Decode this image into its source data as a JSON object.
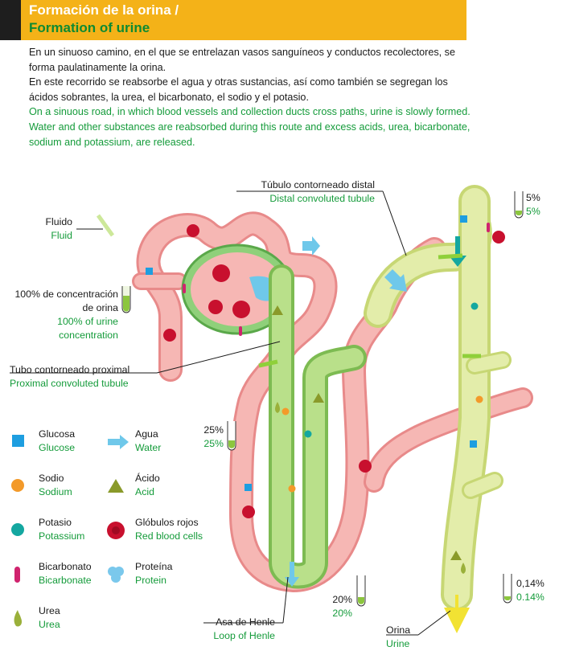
{
  "header": {
    "title_es": "Formación de la orina /",
    "title_en": "Formation of urine"
  },
  "intro": {
    "es_1": "En un sinuoso camino, en el que se entrelazan vasos sanguíneos y conductos recolectores, se forma paulatinamente la orina.",
    "es_2": "En este recorrido se reabsorbe el agua y otras sustancias, así como también se segregan los ácidos sobrantes, la urea, el bicarbonato, el sodio y el potasio.",
    "en_1": "On a sinuous road, in which blood vessels and collection ducts cross paths, urine is slowly formed.",
    "en_2": "Water and other substances are reabsorbed during this route and excess acids, urea, bicarbonate, sodium and potassium, are released."
  },
  "labels": {
    "fluid": {
      "es": "Fluido",
      "en": "Fluid"
    },
    "concentration": {
      "es_1": "100% de concentración",
      "es_2": "de orina",
      "en_1": "100% of urine",
      "en_2": "concentration"
    },
    "proximal": {
      "es": "Tubo contorneado proximal",
      "en": "Proximal convoluted tubule"
    },
    "distal": {
      "es": "Túbulo contorneado distal",
      "en": "Distal convoluted tubule"
    },
    "henle": {
      "es": "Asa de Henle",
      "en": "Loop of Henle"
    },
    "urine": {
      "es": "Orina",
      "en": "Urine"
    }
  },
  "percentages": [
    {
      "id": "p25",
      "es": "25%",
      "en": "25%"
    },
    {
      "id": "p20",
      "es": "20%",
      "en": "20%"
    },
    {
      "id": "p5",
      "es": "5%",
      "en": "5%"
    },
    {
      "id": "p014",
      "es": "0,14%",
      "en": "0.14%"
    }
  ],
  "legend": [
    {
      "id": "glucose",
      "icon": "blue-square-icon",
      "es": "Glucosa",
      "en": "Glucose"
    },
    {
      "id": "water",
      "icon": "blue-arrow-icon",
      "es": "Agua",
      "en": "Water"
    },
    {
      "id": "sodium",
      "icon": "orange-circle-icon",
      "es": "Sodio",
      "en": "Sodium"
    },
    {
      "id": "acid",
      "icon": "olive-triangle-icon",
      "es": "Ácido",
      "en": "Acid"
    },
    {
      "id": "potassium",
      "icon": "teal-circle-icon",
      "es": "Potasio",
      "en": "Potassium"
    },
    {
      "id": "rbc",
      "icon": "red-blood-cell-icon",
      "es": "Glóbulos rojos",
      "en": "Red blood cells"
    },
    {
      "id": "bicarbonate",
      "icon": "magenta-pill-icon",
      "es": "Bicarbonato",
      "en": "Bicarbonate"
    },
    {
      "id": "protein",
      "icon": "protein-cluster-icon",
      "es": "Proteína",
      "en": "Protein"
    },
    {
      "id": "urea",
      "icon": "urea-drop-icon",
      "es": "Urea",
      "en": "Urea"
    }
  ],
  "colors": {
    "header_band": "#f4b218",
    "english_text": "#149b3a",
    "vessel": "#f3a8a8",
    "tubule": "#a9d86e",
    "collecting_duct": "#dce98f",
    "glucose": "#1e9ee0",
    "sodium": "#f39a2a",
    "potassium": "#14a7a0",
    "rbc": "#c8102e",
    "bicarbonate": "#d0236e",
    "acid": "#8a9a2a",
    "protein": "#7ac8ec",
    "urea": "#9ab03a"
  }
}
